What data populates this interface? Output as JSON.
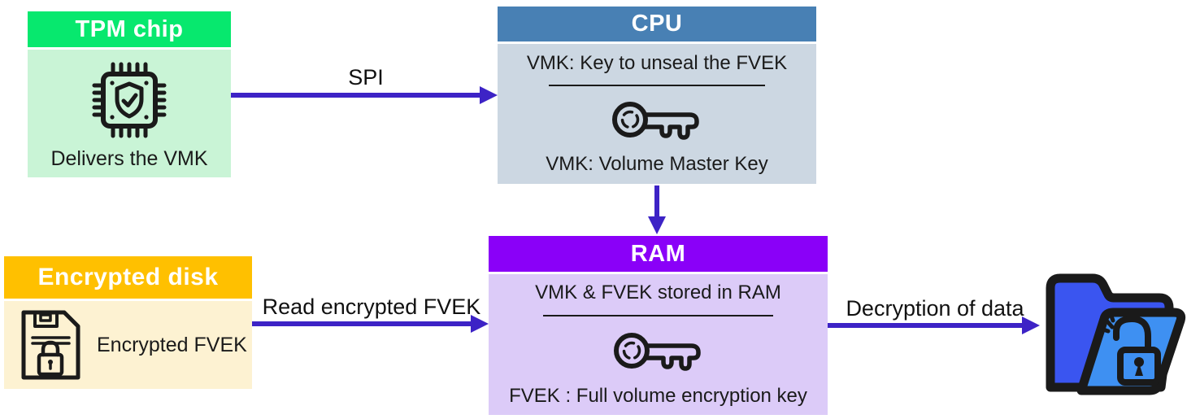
{
  "diagram": {
    "boxes": {
      "tpm": {
        "title": "TPM chip",
        "caption": "Delivers the VMK",
        "header_color": "#07e86e",
        "body_color": "#c9f4d6",
        "icon": "chip-shield-icon"
      },
      "cpu": {
        "title": "CPU",
        "line1": "VMK: Key to unseal the FVEK",
        "line2": "VMK: Volume Master Key",
        "header_color": "#4880b4",
        "body_color": "#ccd7e2",
        "icon": "key-icon"
      },
      "ram": {
        "title": "RAM",
        "line1": "VMK & FVEK stored in RAM",
        "line2": "FVEK : Full volume encryption key",
        "header_color": "#8a00f8",
        "body_color": "#dccbf8",
        "icon": "key-icon"
      },
      "disk": {
        "title": "Encrypted disk",
        "caption": "Encrypted FVEK",
        "header_color": "#ffc000",
        "body_color": "#fdf2d2",
        "icon": "floppy-lock-icon"
      }
    },
    "arrows": {
      "spi": {
        "label": "SPI"
      },
      "read_fvek": {
        "label": "Read encrypted FVEK"
      },
      "cpu_to_ram": {
        "label": ""
      },
      "decrypt": {
        "label": "Decryption of data"
      }
    },
    "folder": {
      "icon": "unlocked-folder-icon",
      "back_color": "#3a55f0",
      "front_color": "#3e90f2"
    },
    "colors": {
      "arrow": "#3d23c6",
      "text": "#1a1a1a",
      "title_text": "#ffffff"
    }
  }
}
